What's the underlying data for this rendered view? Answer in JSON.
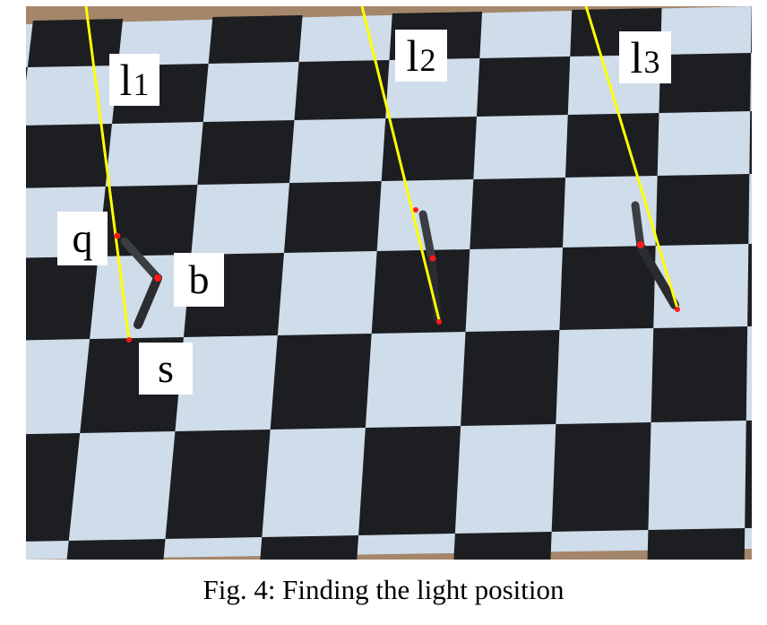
{
  "labels": {
    "l1": {
      "main": "l",
      "sub": "1"
    },
    "l2": {
      "main": "l",
      "sub": "2"
    },
    "l3": {
      "main": "l",
      "sub": "3"
    },
    "q": "q",
    "b": "b",
    "s": "s"
  },
  "caption": "Fig. 4: Finding the light position",
  "colors": {
    "line": "#ffff00",
    "point": "#ff1a1a",
    "dark_square": "#1c1e21",
    "light_square": "#cfdcea",
    "background": "#a4866a"
  }
}
